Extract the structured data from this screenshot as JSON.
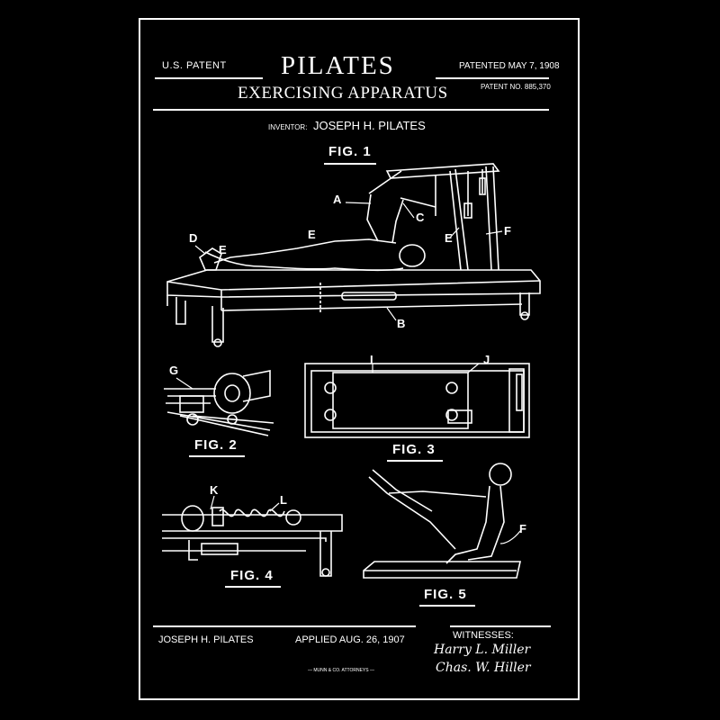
{
  "header": {
    "us_patent": "U.S. PATENT",
    "title": "PILATES",
    "subtitle": "EXERCISING APPARATUS",
    "patented": "PATENTED MAY 7, 1908",
    "patent_no": "PATENT NO. 885,370",
    "inventor_label": "INVENTOR:",
    "inventor_name": "JOSEPH H. PILATES"
  },
  "figures": {
    "fig1": "FIG. 1",
    "fig2": "FIG. 2",
    "fig3": "FIG. 3",
    "fig4": "FIG. 4",
    "fig5": "FIG. 5"
  },
  "labels": {
    "a": "A",
    "b": "B",
    "c": "C",
    "d": "D",
    "e1": "E",
    "e2": "E",
    "e3": "E",
    "f1": "F",
    "f2": "F",
    "g": "G",
    "i": "I",
    "j": "J",
    "k": "K",
    "l": "L"
  },
  "footer": {
    "inventor": "JOSEPH H. PILATES",
    "applied": "APPLIED AUG. 26, 1907",
    "attorneys": "— MUNN & CO. ATTORNEYS —",
    "witnesses_label": "WITNESSES:",
    "witness1": "Harry L. Miller",
    "witness2": "Chas. W. Hiller"
  },
  "colors": {
    "background": "#000000",
    "ink": "#ffffff"
  }
}
